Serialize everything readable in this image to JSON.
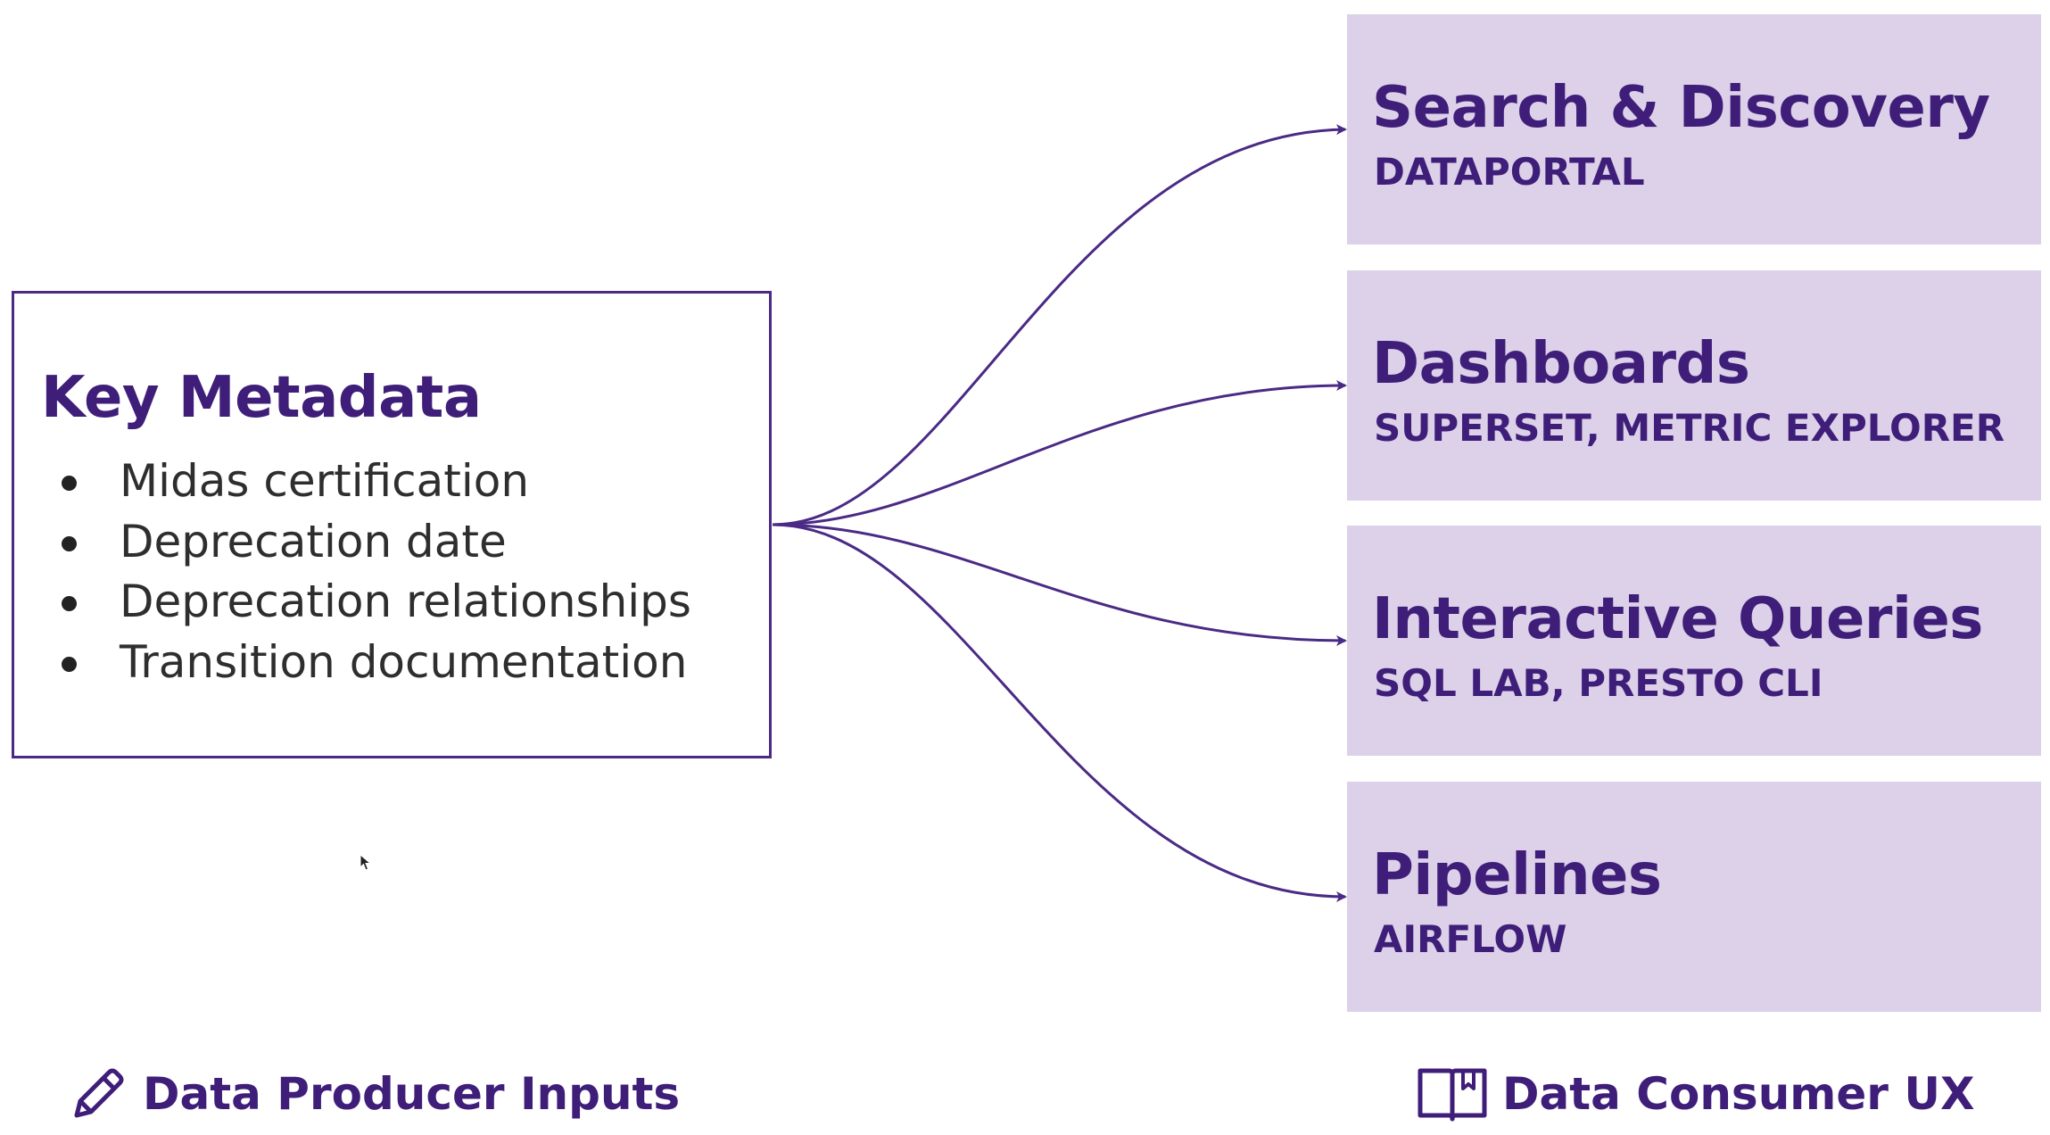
{
  "colors": {
    "accent": "#3f1e7a",
    "line": "#4a2a85",
    "box_fill": "#dcd1e8",
    "text_dark": "#2e2e2e"
  },
  "producer": {
    "title": "Key Metadata",
    "items": [
      "Midas certification",
      "Deprecation date",
      "Deprecation relationships",
      "Transition documentation"
    ],
    "footer_label": "Data Producer Inputs",
    "footer_icon": "pencil-icon"
  },
  "consumers": [
    {
      "title": "Search & Discovery",
      "subtitle": "DATAPORTAL"
    },
    {
      "title": "Dashboards",
      "subtitle": "SUPERSET, METRIC EXPLORER"
    },
    {
      "title": "Interactive Queries",
      "subtitle": "SQL LAB, PRESTO CLI"
    },
    {
      "title": "Pipelines",
      "subtitle": "AIRFLOW"
    }
  ],
  "consumer_footer": {
    "label": "Data Consumer UX",
    "icon": "book-icon"
  },
  "connections": [
    {
      "from": "Key Metadata",
      "to": "Search & Discovery"
    },
    {
      "from": "Key Metadata",
      "to": "Dashboards"
    },
    {
      "from": "Key Metadata",
      "to": "Interactive Queries"
    },
    {
      "from": "Key Metadata",
      "to": "Pipelines"
    }
  ]
}
